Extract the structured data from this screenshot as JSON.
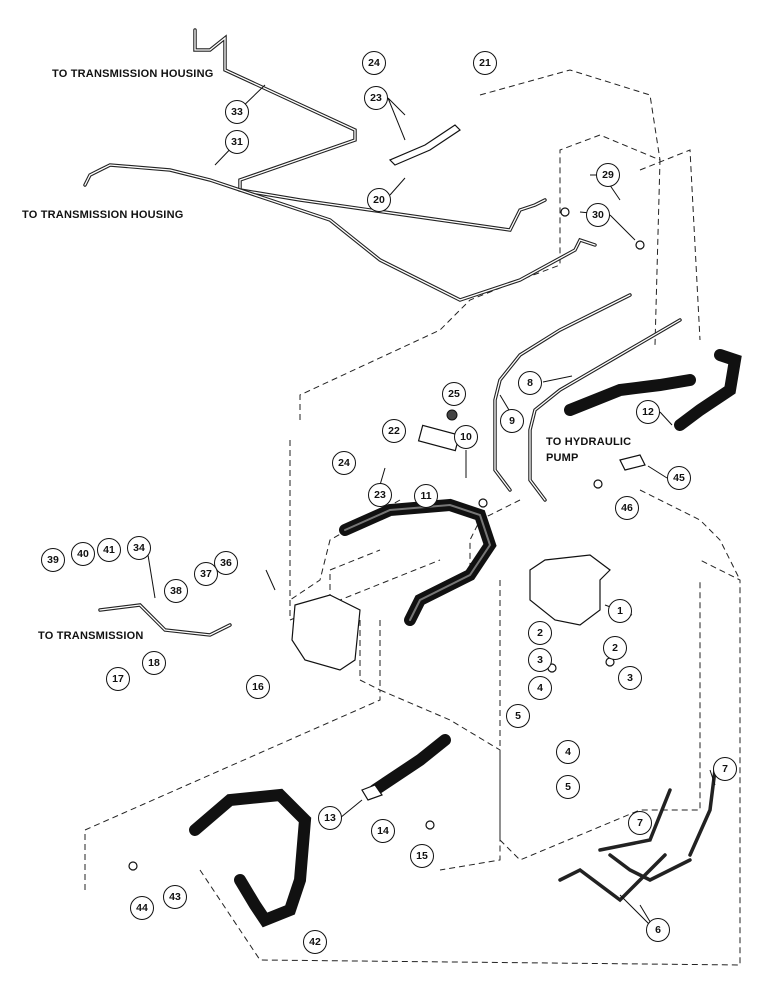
{
  "labels": {
    "to_transmission_housing_top": "TO TRANSMISSION HOUSING",
    "to_transmission_housing_mid": "TO TRANSMISSION HOUSING",
    "to_hydraulic_pump_line1": "TO HYDRAULIC",
    "to_hydraulic_pump_line2": "PUMP",
    "to_transmission": "TO TRANSMISSION"
  },
  "callouts": {
    "c1": "1",
    "c2a": "2",
    "c2b": "2",
    "c3a": "3",
    "c3b": "3",
    "c4a": "4",
    "c4b": "4",
    "c5a": "5",
    "c5b": "5",
    "c6": "6",
    "c7a": "7",
    "c7b": "7",
    "c8": "8",
    "c9": "9",
    "c10": "10",
    "c11": "11",
    "c12": "12",
    "c13": "13",
    "c14": "14",
    "c15": "15",
    "c16": "16",
    "c17": "17",
    "c18": "18",
    "c20": "20",
    "c21": "21",
    "c22": "22",
    "c23a": "23",
    "c23b": "23",
    "c24a": "24",
    "c24b": "24",
    "c25": "25",
    "c29": "29",
    "c30": "30",
    "c31": "31",
    "c33": "33",
    "c34": "34",
    "c36": "36",
    "c37": "37",
    "c38": "38",
    "c39": "39",
    "c40": "40",
    "c41": "41",
    "c42": "42",
    "c43": "43",
    "c44": "44",
    "c45": "45",
    "c46": "46"
  }
}
